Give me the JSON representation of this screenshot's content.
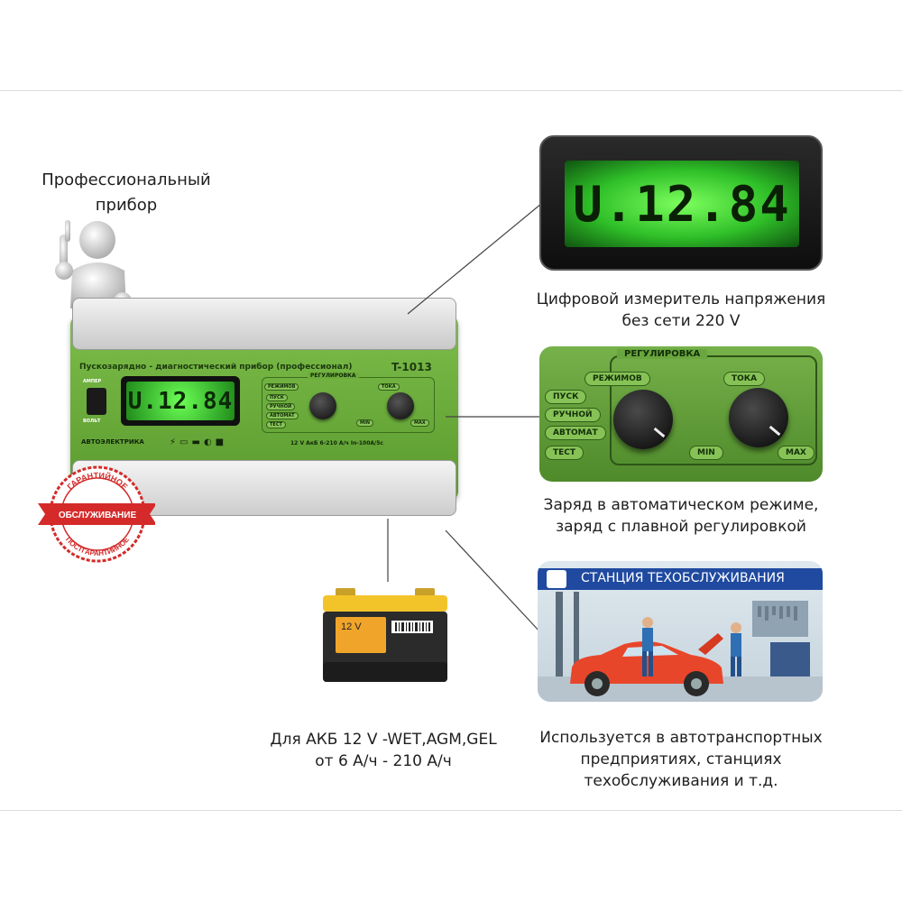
{
  "headline": {
    "line1": "Профессиональный",
    "line2": "прибор"
  },
  "device": {
    "title": "Пускозарядно - диагностический прибор (профессионал)",
    "model": "T-1013",
    "display": "U.12.84",
    "switch_top_label": "АМПЕР",
    "switch_bottom_label": "ВОЛЬТ",
    "regulation_label": "РЕГУЛИРОВКА",
    "modes_label": "РЕЖИМОВ",
    "current_label": "ТОКА",
    "mode_buttons": [
      "ПУСК",
      "РУЧНОЙ",
      "АВТОМАТ",
      "ТЕСТ"
    ],
    "min_label": "MIN",
    "max_label": "MAX",
    "brand": "АВТОЭЛЕКТРИКА",
    "spec_line": "12 V АкБ 6-210 А/ч   In-100A/5c"
  },
  "seal": {
    "top_text": "ГАРАНТИЙНОЕ",
    "band_text": "ОБСЛУЖИВАНИЕ",
    "bottom_text": "ПОСТГАРАНТИЙНОЕ"
  },
  "lcd_zoom": {
    "display": "U.12.84"
  },
  "captions": {
    "meter": {
      "line1": "Цифровой измеритель напряжения",
      "line2": "без сети 220 V"
    },
    "regulation": {
      "line1": "Заряд в автоматическом режиме,",
      "line2": "заряд с плавной регулировкой"
    },
    "battery": {
      "line1": "Для АКБ 12 V -WET,AGM,GEL",
      "line2": "от 6 А/ч - 210 А/ч"
    },
    "usage": {
      "line1": "Используется в автотранспортных",
      "line2": "предприятиях, станциях",
      "line3": "техобслуживания и т.д."
    }
  },
  "regulation_zoom": {
    "title": "РЕГУЛИРОВКА",
    "modes_label": "РЕЖИМОВ",
    "current_label": "ТОКА",
    "buttons": [
      "ПУСК",
      "РУЧНОЙ",
      "АВТОМАТ",
      "ТЕСТ"
    ],
    "min_label": "MIN",
    "max_label": "MAX"
  },
  "battery": {
    "label": "12 V"
  },
  "service": {
    "banner": "СТАНЦИЯ ТЕХОБСЛУЖИВАНИЯ"
  },
  "colors": {
    "device_green": "#6cab3c",
    "lcd_green": "#4cff3a",
    "seal_red": "#d42a2a",
    "banner_blue": "#1f4aa0",
    "car_red": "#e8462a"
  },
  "icons": [
    "figure-pointing-icon",
    "lightning-icon",
    "battery-icon",
    "truck-icon",
    "wrench-icon"
  ]
}
